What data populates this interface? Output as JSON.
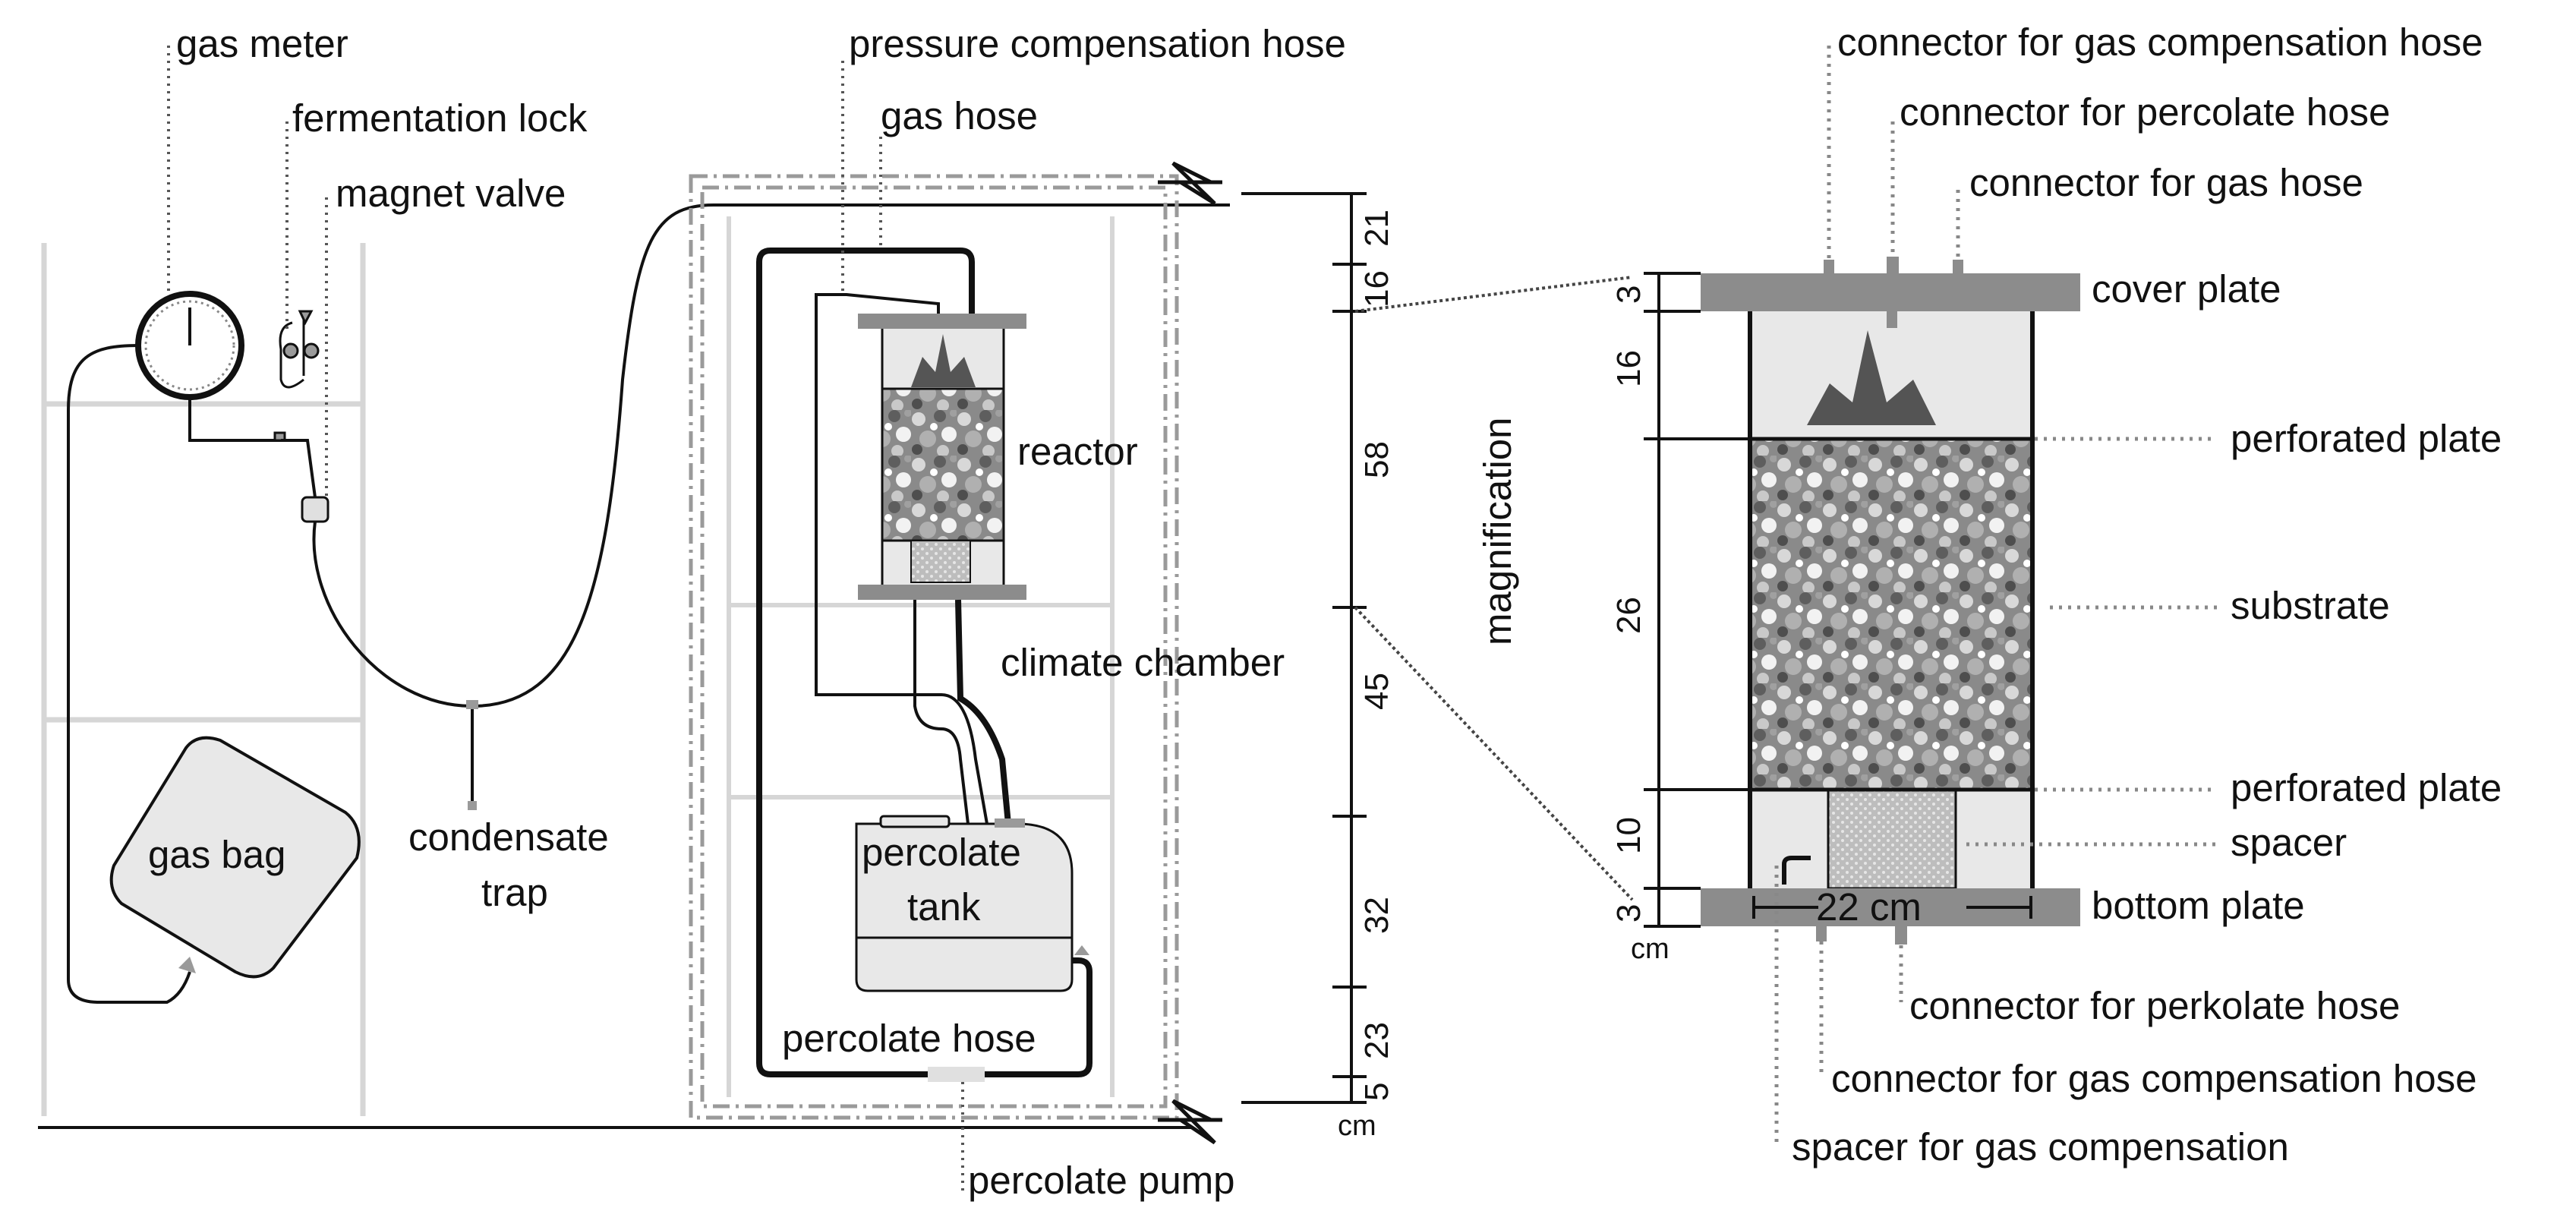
{
  "labels": {
    "gas_meter": "gas meter",
    "fermentation_lock": "fermentation lock",
    "magnet_valve": "magnet valve",
    "pressure_compensation_hose": "pressure compensation hose",
    "gas_hose": "gas hose",
    "reactor": "reactor",
    "climate_chamber": "climate chamber",
    "percolate_tank_line1": "percolate",
    "percolate_tank_line2": "tank",
    "percolate_hose": "percolate hose",
    "percolate_pump": "percolate pump",
    "gas_bag": "gas bag",
    "condensate_trap_line1": "condensate",
    "condensate_trap_line2": "trap",
    "magnification": "magnification"
  },
  "height_scale": {
    "unit": "cm",
    "segments": [
      "21",
      "16",
      "58",
      "45",
      "32",
      "23",
      "5"
    ]
  },
  "detail": {
    "connector_gas_compensation_top": "connector for gas compensation hose",
    "connector_percolate_top": "connector for percolate hose",
    "connector_gas_top": "connector for gas hose",
    "cover_plate": "cover plate",
    "perforated_plate_top": "perforated plate",
    "substrate": "substrate",
    "perforated_plate_bottom": "perforated plate",
    "spacer": "spacer",
    "bottom_plate": "bottom plate",
    "width_dimension": "22 cm",
    "connector_perkolate_bottom": "connector for perkolate hose",
    "connector_gas_compensation_bottom": "connector for gas compensation hose",
    "spacer_gas_compensation": "spacer for gas compensation",
    "unit": "cm",
    "dims": [
      "3",
      "16",
      "26",
      "10",
      "3"
    ]
  },
  "colors": {
    "line": "#111111",
    "plate": "#8c8c8c",
    "rack": "#d6d6d6",
    "light_fill": "#e8e8e8",
    "dashed_frame": "#9a9a9a"
  }
}
